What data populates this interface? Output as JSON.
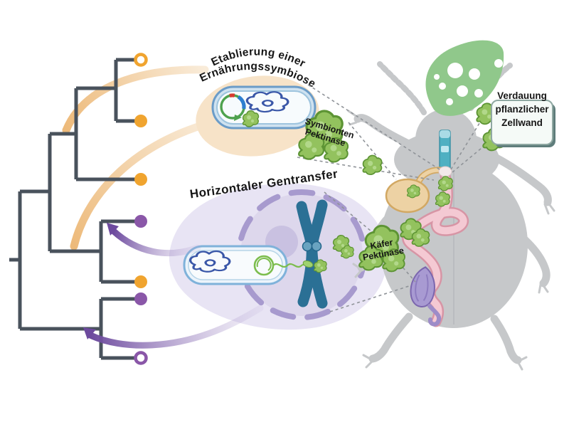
{
  "figure": {
    "symbiosis_panel": {
      "title_line1": "Etablierung einer",
      "title_line2": "Ernährungssymbiose",
      "enzyme_label_line1": "Symbionten",
      "enzyme_label_line2": "Pektinase"
    },
    "gene_transfer_panel": {
      "title": "Horizontaler Gentransfer",
      "enzyme_label_line1": "Käfer",
      "enzyme_label_line2": "Pektinase"
    },
    "digestion_box": {
      "line1": "Verdauung",
      "line2": "pflanzlicher",
      "line3": "Zellwand"
    },
    "tree": {
      "tip_count": 7,
      "tips": [
        {
          "style": "open",
          "color_name": "orange",
          "fill": "#ffffff",
          "stroke": "#f0a42f"
        },
        {
          "style": "filled",
          "color_name": "orange",
          "fill": "#f0a42f",
          "stroke": "none"
        },
        {
          "style": "filled",
          "color_name": "orange",
          "fill": "#f0a42f",
          "stroke": "none"
        },
        {
          "style": "filled",
          "color_name": "purple",
          "fill": "#8a57a8",
          "stroke": "none"
        },
        {
          "style": "filled",
          "color_name": "orange",
          "fill": "#f0a42f",
          "stroke": "none"
        },
        {
          "style": "filled",
          "color_name": "purple",
          "fill": "#8a57a8",
          "stroke": "none"
        },
        {
          "style": "open",
          "color_name": "purple",
          "fill": "#ffffff",
          "stroke": "#8a57a8"
        }
      ]
    },
    "icons": {
      "symbiont_bacterium": "bacterium-with-plasmid-icon",
      "host_cell": "eukaryotic-cell-icon",
      "chromosome": "chromosome-icon",
      "pectinase": "enzyme-blob-icon",
      "beetle": "beetle-silhouette-icon",
      "leaf": "chewed-leaf-icon"
    },
    "colors": {
      "tree_line": "#49525c",
      "orange": "#f0a42f",
      "orange_arc_dark": "#eaae63",
      "orange_arc_light": "#f8e8d2",
      "purple": "#8a57a8",
      "purple_arc_dark": "#6d4a9e",
      "enzyme_green": "#93c25e",
      "enzyme_green_dark": "#5d9434",
      "beige_cell": "#f7e3c8",
      "lavender_cell": "#e8e4f4",
      "nucleus_fill": "#ddd7ec",
      "nuclear_envelope": "#a79ace",
      "nucleolus": "#c9c1e1",
      "chromosome_teal": "#2b7095",
      "bacterium_outline_blue": "#6b9cc8",
      "plasmid_green": "#4ea24e",
      "dna_blue": "#3a57a8",
      "beetle_gray": "#c6c8ca",
      "leaf_green": "#90c88b",
      "gut_pink": "#f4c9d3",
      "gut_pink_outline": "#d795a5",
      "foregut_teal": "#4fb0c2",
      "crop_beige": "#edd2a4",
      "crop_outline": "#d2a863",
      "hindgut_purple": "#a89ad2",
      "box_border": "#8fa8a2",
      "box_shadow": "#5f7d7b",
      "dashed_line": "#8f9398"
    }
  }
}
